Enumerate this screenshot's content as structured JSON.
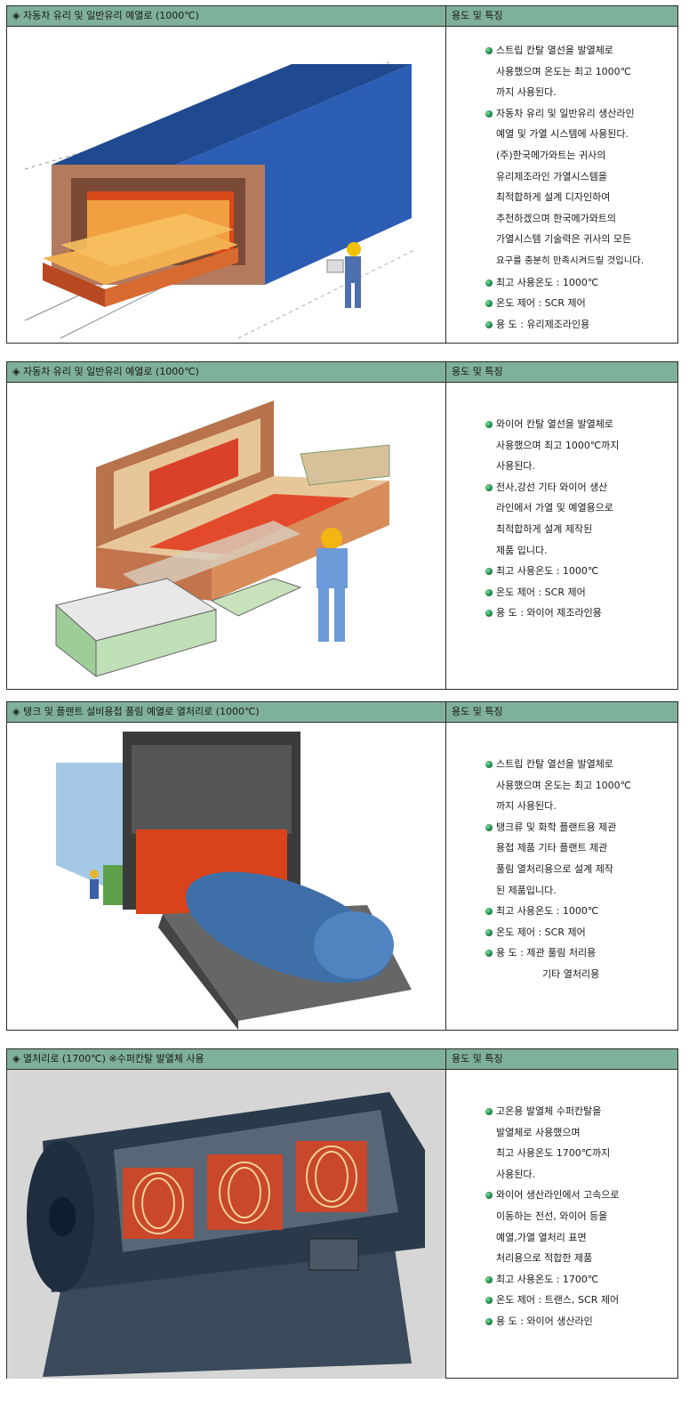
{
  "products": [
    {
      "title": "◈ 자동차 유리 및 일반유리 예열로 (1000℃)",
      "features_header": "용도 및 특징",
      "image_icon": "glass-preheat-furnace-illustration",
      "features": [
        {
          "lines": [
            "스트립 칸탈 열선을 발열체로",
            "사용했으며 온도는 최고 1000℃",
            "까지 사용된다."
          ]
        },
        {
          "lines": [
            "자동차 유리 및 일반유리 생산라인",
            "예열 및 가열 시스템에 사용된다.",
            "(주)한국메가와트는 귀사의",
            "유리제조라인 가열시스템을",
            "최적합하게 설계 디자인하여",
            "추천하겠으며 한국메가와트의",
            "가열시스템 기술력은 귀사의 모든",
            "요구를 충분히 만족시켜드릴 것입니다."
          ]
        },
        {
          "lines": [
            "최고 사용온도 : 1000℃"
          ]
        },
        {
          "lines": [
            "온도 제어 : SCR 제어"
          ]
        },
        {
          "lines": [
            "용 도 : 유리제조라인용"
          ]
        }
      ]
    },
    {
      "title": "◈ 자동차 유리 및 일반유리 예열로 (1000℃)",
      "features_header": "용도 및 특징",
      "image_icon": "wire-preheat-furnace-illustration",
      "features": [
        {
          "lines": [
            "와이어 칸탈 열선을 발열체로",
            "사용했으며 최고 1000℃까지",
            "사용된다."
          ]
        },
        {
          "lines": [
            "전사,강선 기타 와이어 생산",
            "라인에서 가열 및 예열용으로",
            "최적합하게 설계 제작된",
            "제품 입니다."
          ]
        },
        {
          "lines": [
            "최고 사용온도 : 1000℃"
          ]
        },
        {
          "lines": [
            "온도 제어 : SCR 제어"
          ]
        },
        {
          "lines": [
            "용 도 : 와이어 제조라인용"
          ]
        }
      ]
    },
    {
      "title": "◈ 탱크 및 플랜트 설비용접 풀림 예열로 열처리로 (1000℃)",
      "features_header": "용도 및 특징",
      "image_icon": "tank-annealing-furnace-illustration",
      "features": [
        {
          "lines": [
            "스트립 칸탈 열선을 발열체로",
            "사용했으며 온도는 최고 1000℃",
            "까지 사용된다."
          ]
        },
        {
          "lines": [
            "탱크류 및 화학 플랜트용 제관",
            "용접 제품 기타 플랜트 제관",
            "풀림 열처리용으로 설계 제작",
            "된 제품입니다."
          ]
        },
        {
          "lines": [
            "최고 사용온도 : 1000℃"
          ]
        },
        {
          "lines": [
            "온도 제어 : SCR 제어"
          ]
        },
        {
          "lines": [
            "용 도 : 제관 풀림 처리용"
          ],
          "extra": "기타 열처리용"
        }
      ]
    },
    {
      "title": "◈ 열처리로 (1700℃) ※수퍼칸탈 발열체 사용",
      "features_header": "용도 및 특징",
      "image_icon": "superkanthal-heat-treatment-furnace-illustration",
      "features": [
        {
          "lines": [
            "고온용 발열체 수퍼칸탈을",
            "발열체로 사용했으며",
            "최고 사용온도 1700℃까지",
            "사용된다."
          ]
        },
        {
          "lines": [
            "와이어 생산라인에서 고속으로",
            "이동하는 전선, 와이어 등을",
            "예열,가열 열처리 표면",
            "처리용으로 적합한 제품"
          ]
        },
        {
          "lines": [
            "최고 사용온도 : 1700℃"
          ]
        },
        {
          "lines": [
            "온도 제어 : 트랜스, SCR 제어"
          ]
        },
        {
          "lines": [
            "용 도 : 와이어 생산라인"
          ]
        }
      ]
    }
  ]
}
